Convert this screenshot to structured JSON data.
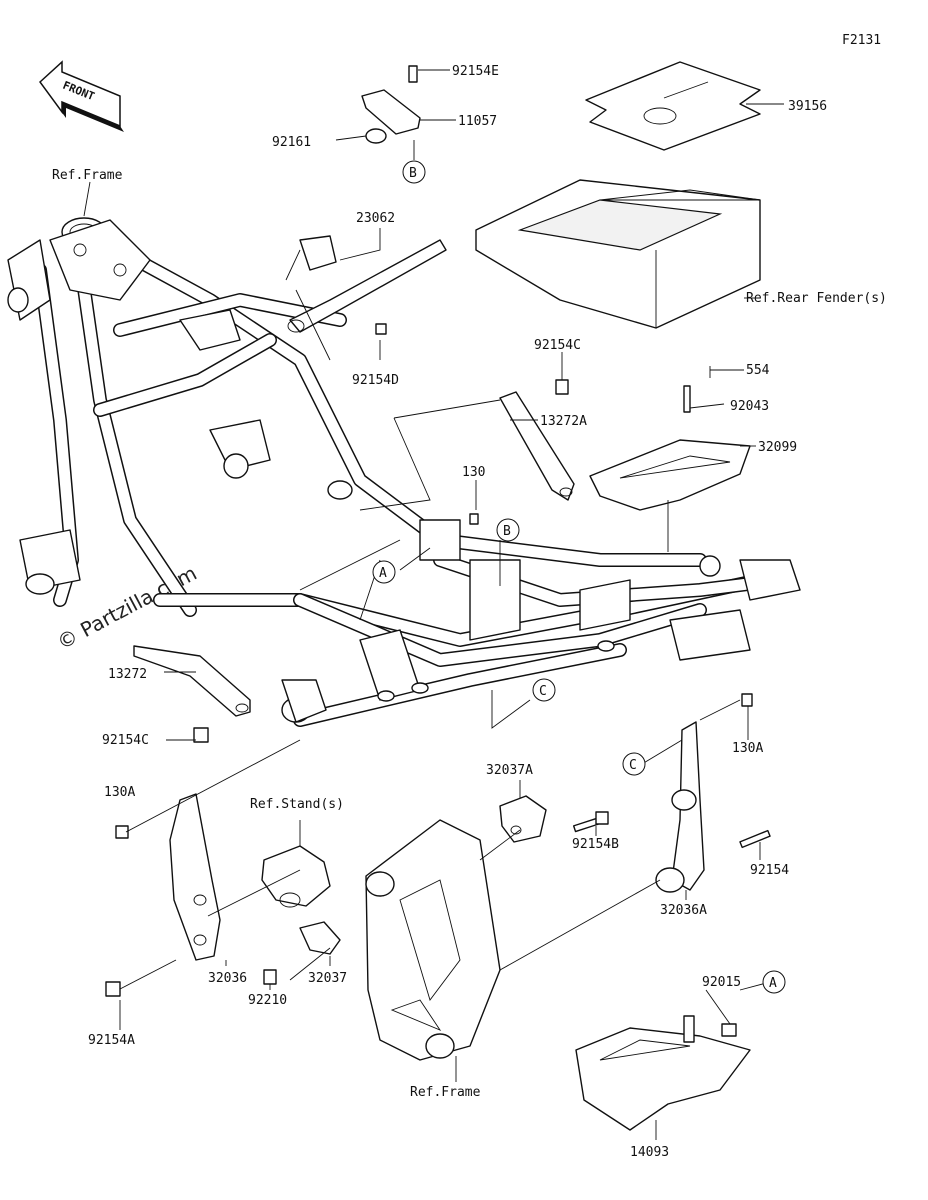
{
  "diagram_code": "F2131",
  "front_label": "FRONT",
  "watermark": "© Partzilla.com",
  "labels": {
    "p92154E": "92154E",
    "p11057": "11057",
    "p92161": "92161",
    "p39156": "39156",
    "refFrameTop": "Ref.Frame",
    "p23062": "23062",
    "p92154D": "92154D",
    "refRearFender": "Ref.Rear Fender(s)",
    "p92154C_top": "92154C",
    "p554": "554",
    "p13272A": "13272A",
    "p92043": "92043",
    "p32099": "32099",
    "p130": "130",
    "p13272": "13272",
    "p92154C_left": "92154C",
    "p130A_left": "130A",
    "p130A_right": "130A",
    "refStand": "Ref.Stand(s)",
    "p32037A": "32037A",
    "p92154B": "92154B",
    "p92154": "92154",
    "p32036A": "32036A",
    "p32036": "32036",
    "p32037": "32037",
    "p92210": "92210",
    "p92154A": "92154A",
    "p92015": "92015",
    "refFrameBottom": "Ref.Frame",
    "p14093": "14093"
  },
  "callouts": {
    "b_top": "B",
    "b_mid": "B",
    "a_mid": "A",
    "c_mid": "C",
    "c_right": "C",
    "a_bottom": "A"
  }
}
